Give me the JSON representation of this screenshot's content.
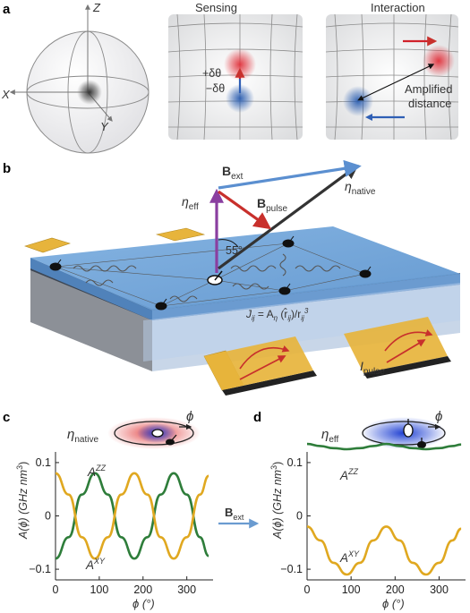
{
  "panel_labels": {
    "a": "a",
    "b": "b",
    "c": "c",
    "d": "d"
  },
  "panel_a": {
    "bloch_axes": {
      "z": "Z",
      "x": "X",
      "y": "Y"
    },
    "sensing_title": "Sensing",
    "interaction_title": "Interaction",
    "plus_dtheta": "+δθ",
    "minus_dtheta": "−δθ",
    "amplified_line1": "Amplified",
    "amplified_line2": "distance",
    "colors": {
      "red": "#e0323c",
      "blue": "#2a5db0",
      "arrow_red": "#d0212a",
      "arrow_blue": "#2f5fb5"
    }
  },
  "panel_b": {
    "b_ext": {
      "main": "B",
      "sub": "ext"
    },
    "b_pulse": {
      "main": "B",
      "sub": "pulse"
    },
    "eta_eff": {
      "main": "η",
      "sub": "eff"
    },
    "eta_native": {
      "main": "η",
      "sub": "native"
    },
    "angle": "55°",
    "coupling": {
      "j": "J",
      "jsub": "ij",
      "eq": " = A",
      "eta": "η",
      "rest1": " (r̂",
      "ij1": "ij",
      "rest2": ")/r",
      "ij2": "ij",
      "sup": "3"
    },
    "i_pulse": {
      "main": "I",
      "sub": "pulse"
    },
    "colors": {
      "b_ext": "#5b8fd0",
      "b_pulse": "#c8302c",
      "eta_eff": "#8a3fa0",
      "eta_native": "#333333",
      "slab": "#6fa3d8",
      "strip": "#e7b43c"
    }
  },
  "panel_c": {
    "inset_label": {
      "main": "η",
      "sub": "native"
    },
    "phi_label": "ϕ",
    "y_axis": {
      "main": "A(ϕ) (GHz nm",
      "sup": "3",
      ")": ")"
    },
    "x_axis": "ϕ (°)",
    "annot_zz": {
      "main": "A",
      "sup": "ZZ"
    },
    "annot_xy": {
      "main": "A",
      "sup": "XY"
    },
    "xticks": [
      "0",
      "100",
      "200",
      "300"
    ],
    "yticks": [
      "0.1",
      "0",
      "−0.1"
    ]
  },
  "arrow_between": {
    "main": "B",
    "sub": "ext"
  },
  "panel_d": {
    "inset_label": {
      "main": "η",
      "sub": "eff"
    },
    "phi_label": "ϕ",
    "y_axis": {
      "main": "A(ϕ) (GHz nm",
      "sup": "3"
    },
    "x_axis": "ϕ (°)",
    "annot_zz": {
      "main": "A",
      "sup": "ZZ"
    },
    "annot_xy": {
      "main": "A",
      "sup": "XY"
    },
    "xticks": [
      "0",
      "100",
      "200",
      "300"
    ],
    "yticks": [
      "0.1",
      "0",
      "−0.1"
    ]
  },
  "chart_data": [
    {
      "type": "line",
      "panel": "c",
      "xlabel": "ϕ (°)",
      "ylabel": "A(ϕ) (GHz nm3)",
      "xlim": [
        0,
        360
      ],
      "ylim": [
        -0.12,
        0.12
      ],
      "series": [
        {
          "name": "A^ZZ",
          "color": "#2e7d3a",
          "x": [
            0,
            30,
            60,
            90,
            120,
            150,
            180,
            210,
            240,
            270,
            300,
            330,
            350
          ],
          "y": [
            -0.08,
            -0.04,
            0.04,
            0.08,
            0.04,
            -0.04,
            -0.08,
            -0.04,
            0.04,
            0.08,
            0.04,
            -0.04,
            -0.075
          ]
        },
        {
          "name": "A^XY",
          "color": "#e0a820",
          "x": [
            0,
            30,
            60,
            90,
            120,
            150,
            180,
            210,
            240,
            270,
            300,
            330,
            350
          ],
          "y": [
            0.08,
            0.04,
            -0.04,
            -0.08,
            -0.04,
            0.04,
            0.08,
            0.04,
            -0.04,
            -0.08,
            -0.04,
            0.04,
            0.075
          ]
        }
      ]
    },
    {
      "type": "line",
      "panel": "d",
      "xlabel": "ϕ (°)",
      "ylabel": "A(ϕ) (GHz nm3)",
      "xlim": [
        0,
        360
      ],
      "ylim": [
        -0.12,
        0.12
      ],
      "series": [
        {
          "name": "A^ZZ",
          "color": "#2e7d3a",
          "x": [
            0,
            30,
            60,
            90,
            120,
            150,
            180,
            210,
            240,
            270,
            300,
            330,
            350
          ],
          "y": [
            0.135,
            0.131,
            0.127,
            0.125,
            0.127,
            0.131,
            0.135,
            0.131,
            0.127,
            0.125,
            0.127,
            0.131,
            0.134
          ]
        },
        {
          "name": "A^XY",
          "color": "#e0a820",
          "x": [
            0,
            30,
            60,
            90,
            120,
            150,
            180,
            210,
            240,
            270,
            300,
            330,
            350
          ],
          "y": [
            -0.02,
            -0.046,
            -0.088,
            -0.11,
            -0.088,
            -0.046,
            -0.02,
            -0.046,
            -0.088,
            -0.11,
            -0.088,
            -0.046,
            -0.024
          ]
        }
      ]
    }
  ]
}
